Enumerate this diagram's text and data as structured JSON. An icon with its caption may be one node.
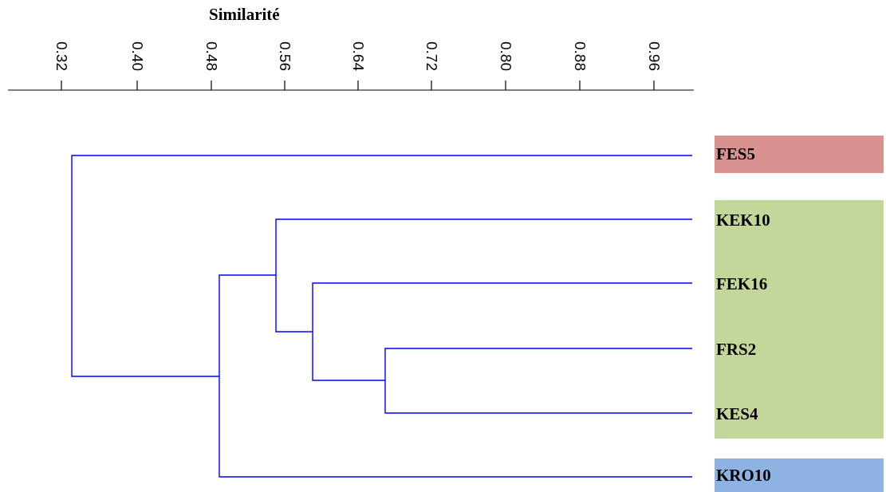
{
  "diagram": {
    "nodes": [
      {
        "text": [
          "FES5"
        ]
      },
      {
        "text": [],
        "shape": "box"
      },
      {
        "text": [
          "KEK10"
        ],
        "in": 1
      },
      {
        "text": [
          "FEK16"
        ],
        "in": 1
      },
      {
        "text": [
          "FRS2"
        ],
        "in": 1
      },
      {
        "text": [
          "KES4"
        ],
        "in": 1
      },
      {
        "text": [
          "KRO10"
        ]
      }
    ],
    "labels": [
      "Similarité",
      "0.32",
      "0.40",
      "0.48",
      "0.56",
      "0.64",
      "0.72",
      "0.80",
      "0.88",
      "0.96"
    ]
  }
}
